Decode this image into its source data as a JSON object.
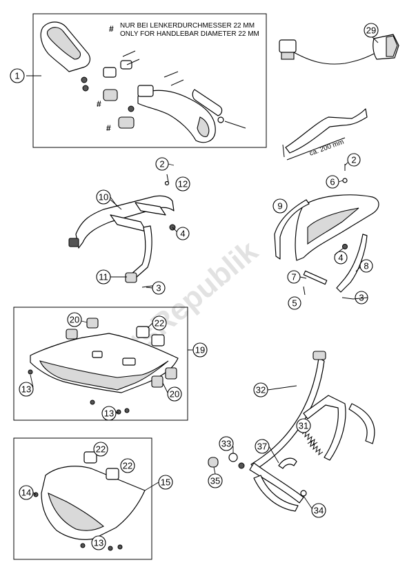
{
  "note": {
    "hash": "#",
    "line1": "NUR BEI LENKERDURCHMESSER 22 MM",
    "line2": "ONLY FOR HANDLEBAR DIAMETER 22 MM"
  },
  "hash_marks": [
    "#",
    "#"
  ],
  "dimension": "ca. 200 mm",
  "watermark": "PartsRepublik",
  "callouts": {
    "c1": "1",
    "c29": "29",
    "c2a": "2",
    "c12": "12",
    "c10": "10",
    "c4a": "4",
    "c11": "11",
    "c3a": "3",
    "c2b": "2",
    "c6": "6",
    "c9": "9",
    "c4b": "4",
    "c8": "8",
    "c7": "7",
    "c5": "5",
    "c3b": "3",
    "c20a": "20",
    "c22a": "22",
    "c19": "19",
    "c13a": "13",
    "c20b": "20",
    "c13b": "13",
    "c32": "32",
    "c31": "31",
    "c37": "37",
    "c33": "33",
    "c35": "35",
    "c34": "34",
    "c22b": "22",
    "c22c": "22",
    "c15": "15",
    "c14": "14",
    "c13c": "13"
  }
}
